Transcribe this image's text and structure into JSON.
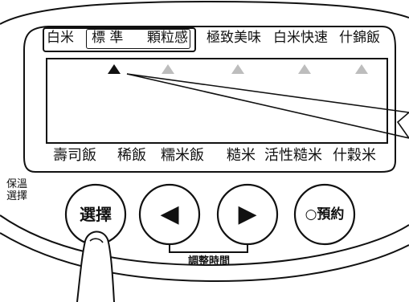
{
  "panel": {
    "top_menu": [
      {
        "id": "hakumai",
        "label": "白米"
      },
      {
        "id": "hyojun",
        "label": "標 準"
      },
      {
        "id": "kanryukan",
        "label": "顆粒感"
      },
      {
        "id": "kyokuchi",
        "label": "極致美味"
      },
      {
        "id": "kaisoku",
        "label": "白米快速"
      },
      {
        "id": "shikin",
        "label": "什錦飯"
      }
    ],
    "bottom_menu": [
      {
        "id": "sushi",
        "label": "壽司飯"
      },
      {
        "id": "kayu",
        "label": "稀飯"
      },
      {
        "id": "mochigome",
        "label": "糯米飯"
      },
      {
        "id": "genmai",
        "label": "糙米"
      },
      {
        "id": "kasseigenmai",
        "label": "活性糙米"
      },
      {
        "id": "zakkoku",
        "label": "什穀米"
      }
    ],
    "indicator_active_index": 0
  },
  "controls": {
    "keep_warm_select_label_line1": "保溫",
    "keep_warm_select_label_line2": "選擇",
    "select_button": "選擇",
    "left_button_symbol": "◀",
    "right_button_symbol": "▶",
    "timer_button": "○預約",
    "adjust_time_label": "調整時間"
  }
}
